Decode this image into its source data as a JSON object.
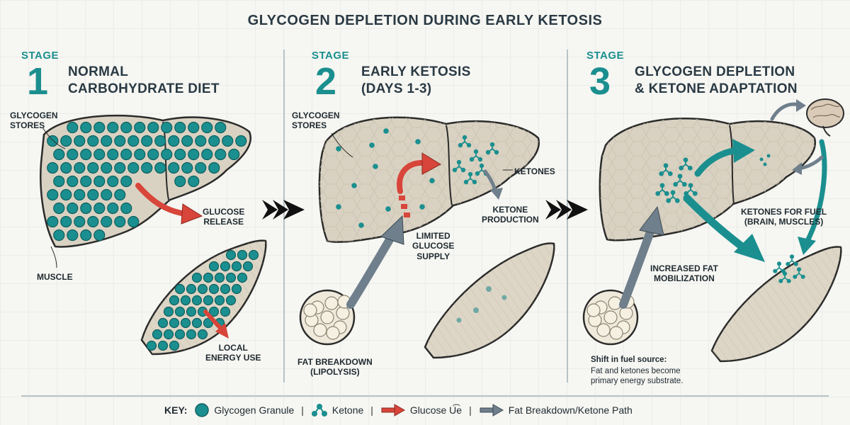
{
  "title": "GLYCOGEN DEPLETION DURING EARLY KETOSIS",
  "stages": [
    {
      "stage_label": "STAGE",
      "number": "1",
      "title_line1": "NORMAL",
      "title_line2": "CARBOHYDRATE DIET"
    },
    {
      "stage_label": "STAGE",
      "number": "2",
      "title_line1": "EARLY KETOSIS",
      "title_line2": "(DAYS 1-3)"
    },
    {
      "stage_label": "STAGE",
      "number": "3",
      "title_line1": "GLYCOGEN DEPLETION",
      "title_line2": "& KETONE ADAPTATION"
    }
  ],
  "labels": {
    "s1_glycogen": [
      "GLYCOGEN",
      "STORES"
    ],
    "s1_glucose": [
      "GLUCOSE",
      "RELEASE"
    ],
    "s1_muscle": "MUSCLE",
    "s1_local": [
      "LOCAL",
      "ENERGY USE"
    ],
    "s2_glycogen": [
      "GLYCOGEN",
      "STORES"
    ],
    "s2_ketones": "KETONES",
    "s2_ketone_prod": [
      "KETONE",
      "PRODUCTION"
    ],
    "s2_limited": [
      "LIMITED",
      "GLUCOSE",
      "SUPPLY"
    ],
    "s2_fat": [
      "FAT BREAKDOWN",
      "(LIPOLYSIS)"
    ],
    "s3_ketones_fuel": [
      "KETONES FOR FUEL",
      "(BRAIN, MUSCLES)"
    ],
    "s3_fat_mob": [
      "INCREASED FAT",
      "MOBILIZATION"
    ],
    "s3_shift_title": "Shift in fuel source:",
    "s3_shift_body": [
      "Fat and ketones become",
      "primary energy substrate."
    ]
  },
  "key": {
    "title": "KEY:",
    "items": [
      {
        "label": "Glycogen Granule",
        "icon": "glycogen-granule-icon"
      },
      {
        "label": "Ketone",
        "icon": "ketone-icon"
      },
      {
        "label": "Glucose U͡e",
        "icon": "red-arrow-icon"
      },
      {
        "label": "Fat Breakdown/Ketone Path",
        "icon": "gray-arrow-icon"
      }
    ]
  },
  "colors": {
    "teal": "#1b8f8f",
    "liver": "#d9d2c2",
    "muscle": "#ddd6c6",
    "red_arrow": "#d8453a",
    "gray_arrow": "#6f7f8c",
    "outline": "#2b2b2b"
  }
}
